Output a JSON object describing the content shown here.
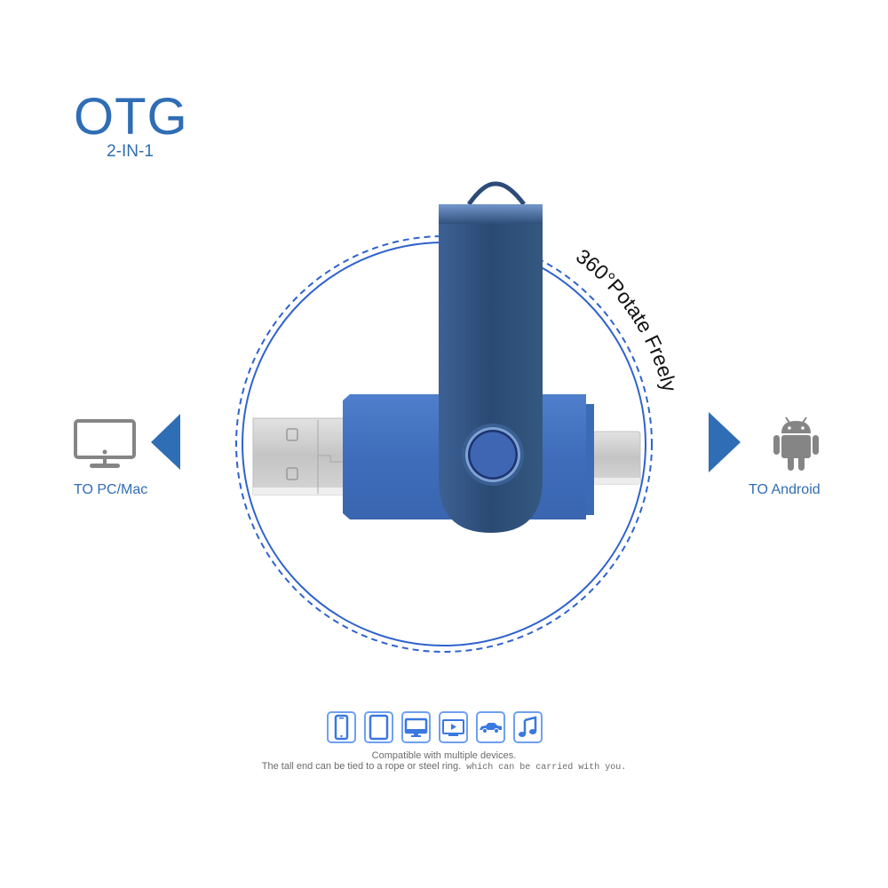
{
  "header": {
    "title": "OTG",
    "subtitle": "2-IN-1"
  },
  "left": {
    "icon": "monitor-icon",
    "arrow": "triangle-left-icon",
    "label": "TO PC/Mac"
  },
  "right": {
    "icon": "android-icon",
    "arrow": "triangle-right-icon",
    "label": "TO Android"
  },
  "product": {
    "name": "usb-otg-flash-drive",
    "rotate_label": "360°Potate Freely",
    "connectors": [
      "usb-a",
      "usb-type-c"
    ]
  },
  "devices": {
    "icons": [
      "phone-icon",
      "tablet-icon",
      "monitor-icon",
      "tv-icon",
      "car-icon",
      "music-note-icon"
    ]
  },
  "footer": {
    "line1": "Compatible with multiple devices.",
    "line2_main": "The tall end can be tied to a rope or steel ring.",
    "line2_mono": " which can be carried with you."
  },
  "colors": {
    "accent": "#2f6db5",
    "circle": "#2f62cc",
    "icon_gray": "#858585",
    "device_icon": "#3b78e0",
    "body_blue": "#3e6cb8",
    "swivel": "#2e4e78"
  }
}
